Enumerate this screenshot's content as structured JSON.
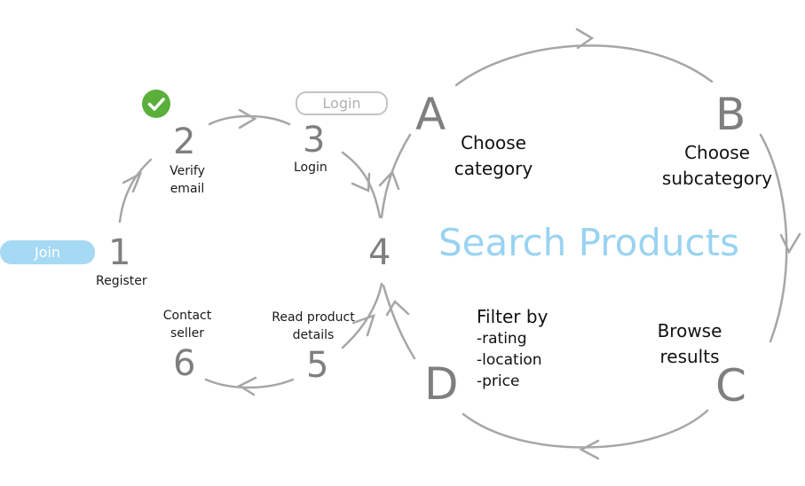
{
  "title": "Search Products",
  "join_button": "Join",
  "login_button": "Login",
  "colors": {
    "accent": "#9ad3f1",
    "pill": "#a6d9f3",
    "check_green": "#5aaf3a",
    "line": "#a6a6a6",
    "number": "#7f7f7f"
  },
  "steps": [
    {
      "num": "1",
      "label": "Register"
    },
    {
      "num": "2",
      "label_lines": [
        "Verify",
        "email"
      ]
    },
    {
      "num": "3",
      "label": "Login"
    },
    {
      "num": "4"
    },
    {
      "num": "5",
      "label_lines": [
        "Read product",
        "details"
      ]
    },
    {
      "num": "6",
      "label_lines": [
        "Contact",
        "seller"
      ]
    }
  ],
  "search_steps": [
    {
      "letter": "A",
      "label_lines": [
        "Choose",
        "category"
      ]
    },
    {
      "letter": "B",
      "label_lines": [
        "Choose",
        "subcategory"
      ]
    },
    {
      "letter": "C",
      "label_lines": [
        "Browse",
        "results"
      ]
    },
    {
      "letter": "D",
      "title": "Filter by",
      "items": [
        "-rating",
        "-location",
        "-price"
      ]
    }
  ],
  "icons": {
    "verified": "check-circle-icon"
  }
}
